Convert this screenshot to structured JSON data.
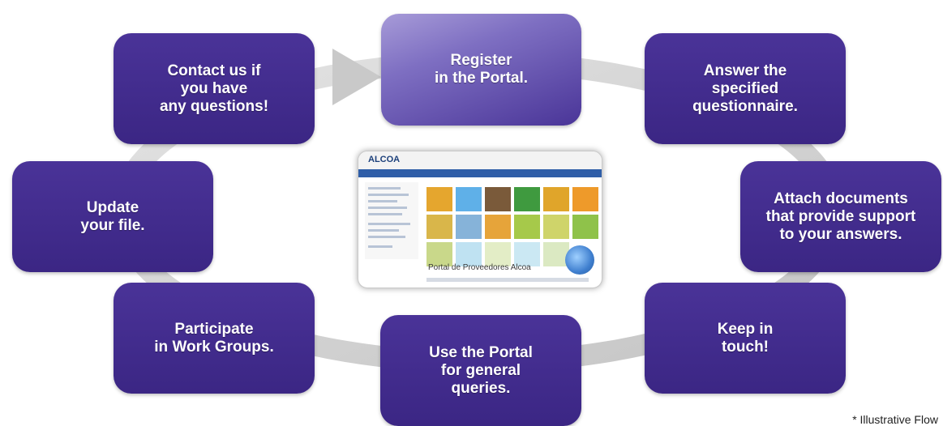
{
  "diagram": {
    "steps": [
      {
        "id": "register",
        "text": "Register\nin the Portal."
      },
      {
        "id": "answer",
        "text": "Answer the\nspecified\nquestionnaire."
      },
      {
        "id": "attach",
        "text": "Attach documents\nthat provide support\nto your answers."
      },
      {
        "id": "keep",
        "text": "Keep in\ntouch!"
      },
      {
        "id": "use",
        "text": "Use the Portal\nfor general\nqueries."
      },
      {
        "id": "participate",
        "text": "Participate\nin Work Groups."
      },
      {
        "id": "update",
        "text": "Update\nyour file."
      },
      {
        "id": "contact",
        "text": "Contact us if\nyou have\nany questions!"
      }
    ],
    "portal": {
      "logo": "ALCOA",
      "caption": "Portal de Proveedores Alcoa"
    },
    "footnote": "* Illustrative Flow",
    "colors": {
      "box": "#3f2a8c",
      "box_highlight": "#7e6fc2",
      "arrow": "#cfcfcf",
      "text": "#ffffff"
    }
  }
}
